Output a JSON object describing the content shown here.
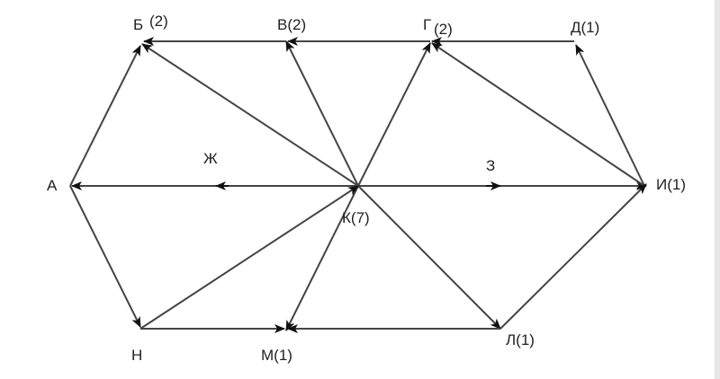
{
  "diagram": {
    "nodes": {
      "A": {
        "name": "А"
      },
      "B": {
        "name": "Б",
        "count": "(2)"
      },
      "V": {
        "name": "В",
        "count": "(2)"
      },
      "G": {
        "name": "Г",
        "count": "(2)"
      },
      "D": {
        "name": "Д",
        "count": "(1)"
      },
      "I": {
        "name": "И",
        "count": "(1)"
      },
      "K": {
        "name": "К",
        "count": "(7)"
      },
      "L": {
        "name": "Л",
        "count": "(1)"
      },
      "M": {
        "name": "М",
        "count": "(1)"
      },
      "N": {
        "name": "Н"
      },
      "Zh": {
        "name": "Ж"
      },
      "Z": {
        "name": "З"
      }
    },
    "labels": {
      "A": "А",
      "B": "Б",
      "B_count": "(2)",
      "V": "В(2)",
      "G": "Г",
      "G_count": "(2)",
      "D": "Д(1)",
      "I": "И(1)",
      "K": "К(7)",
      "L": "Л(1)",
      "M": "М(1)",
      "N": "Н",
      "Zh": "Ж",
      "Z": "З"
    },
    "edges": [
      {
        "from": "A",
        "to": "B"
      },
      {
        "from": "A",
        "to": "N"
      },
      {
        "from": "K",
        "to": "A"
      },
      {
        "from": "K",
        "to": "I"
      },
      {
        "from": "K",
        "to": "B"
      },
      {
        "from": "K",
        "to": "V"
      },
      {
        "from": "K",
        "to": "G"
      },
      {
        "from": "K",
        "to": "L"
      },
      {
        "from": "K",
        "to": "M"
      },
      {
        "from": "N",
        "to": "K"
      },
      {
        "from": "N",
        "to": "M"
      },
      {
        "from": "V",
        "to": "B"
      },
      {
        "from": "G",
        "to": "V"
      },
      {
        "from": "D",
        "to": "G"
      },
      {
        "from": "I",
        "to": "G"
      },
      {
        "from": "I",
        "to": "D"
      },
      {
        "from": "L",
        "to": "M"
      },
      {
        "from": "L",
        "to": "I"
      }
    ],
    "colors": {
      "edge": "#444444",
      "text": "#222222",
      "background": "#ffffff"
    }
  }
}
